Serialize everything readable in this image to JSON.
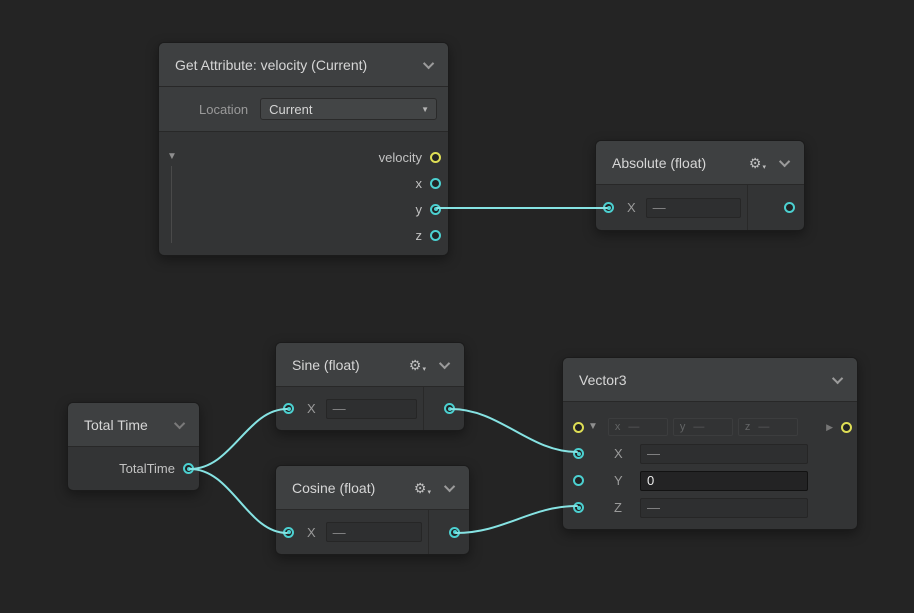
{
  "colors": {
    "background": "#242424",
    "edge": "#86e3e3",
    "port_float": "#4cd0d0",
    "port_vector3": "#dede55"
  },
  "icons": {
    "gear": "⚙",
    "gear_caret": "▾",
    "dropdown_arrow": "▼",
    "triangle_down": "▼",
    "triangle_right": "▶"
  },
  "nodes": {
    "get_attribute": {
      "title": "Get Attribute: velocity (Current)",
      "location_label": "Location",
      "location_value": "Current",
      "output_velocity": "velocity",
      "output_x": "x",
      "output_y": "y",
      "output_z": "z"
    },
    "absolute": {
      "title": "Absolute (float)",
      "input_x_label": "X",
      "input_x_value": "—"
    },
    "sine": {
      "title": "Sine (float)",
      "input_x_label": "X",
      "input_x_value": "—"
    },
    "cosine": {
      "title": "Cosine (float)",
      "input_x_label": "X",
      "input_x_value": "—"
    },
    "total_time": {
      "title": "Total Time",
      "output_label": "TotalTime"
    },
    "vector3": {
      "title": "Vector3",
      "compact_x_label": "x",
      "compact_x_value": "—",
      "compact_y_label": "y",
      "compact_y_value": "—",
      "compact_z_label": "z",
      "compact_z_value": "—",
      "input_x_label": "X",
      "input_x_value": "—",
      "input_y_label": "Y",
      "input_y_value": "0",
      "input_z_label": "Z",
      "input_z_value": "—"
    }
  },
  "edges": [
    {
      "from": "get-attribute.y",
      "to": "absolute.X"
    },
    {
      "from": "total-time.TotalTime",
      "to": "sine.X"
    },
    {
      "from": "total-time.TotalTime",
      "to": "cosine.X"
    },
    {
      "from": "sine.output",
      "to": "vector3.X"
    },
    {
      "from": "cosine.output",
      "to": "vector3.Z"
    }
  ]
}
